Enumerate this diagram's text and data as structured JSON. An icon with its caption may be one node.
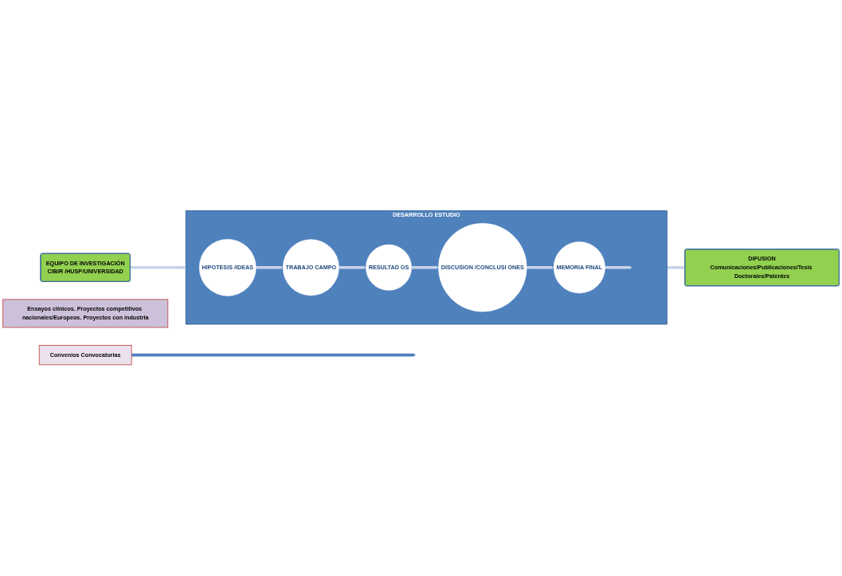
{
  "diagram": {
    "nodes": [
      {
        "text": [
          "Convenios Convocatorias"
        ]
      },
      {
        "text": [
          "Ensayos clínicos. Proyectos competitivos nacionales/Europeos. Proyectos con industria"
        ]
      },
      {
        "text": [
          "EQUIPO DE INVESTIGACIÓN",
          "CIBIR /HUSP/UNIVERSIDAD"
        ]
      },
      {
        "text": [
          "DESARROLLO ESTUDIO"
        ]
      },
      {
        "text": [
          "HIPOTESIS /IDEAS"
        ],
        "in": 3
      },
      {
        "text": [
          "TRABAJO CAMPO"
        ],
        "in": 3
      },
      {
        "text": [
          "RESULTAD OS"
        ],
        "in": 3
      },
      {
        "text": [
          "DISCUSION /CONCLUSI ONES"
        ],
        "in": 3
      },
      {
        "text": [
          "MEMORIA FINAL"
        ],
        "in": 3
      },
      {
        "text": [
          "DIFUSION",
          "Comunicaciones/Publicaciones/Tesis Doctorales/Patentes"
        ]
      }
    ],
    "edges": [
      {
        "from": 0,
        "to": null,
        "arrow": "to",
        "color": "#4f81bd"
      },
      {
        "from": 2,
        "to": 3,
        "arrow": "to"
      },
      {
        "from": 4,
        "to": 5,
        "arrow": "to"
      },
      {
        "from": 5,
        "to": 6,
        "arrow": "to"
      },
      {
        "from": 6,
        "to": 7,
        "arrow": "to"
      },
      {
        "from": 7,
        "to": 8,
        "arrow": "to"
      },
      {
        "from": 8,
        "to": null,
        "arrow": "to"
      },
      {
        "from": 3,
        "to": 9,
        "arrow": "to"
      }
    ]
  }
}
